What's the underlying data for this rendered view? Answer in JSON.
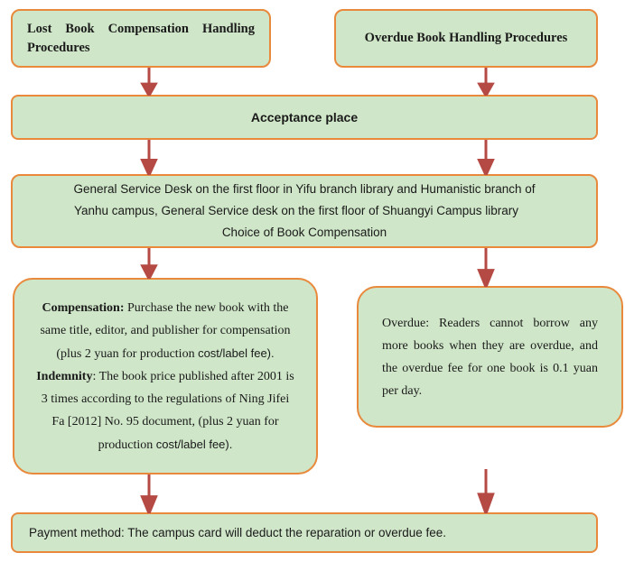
{
  "diagram": {
    "title": "Library Book Compensation and Overdue Handling Flowchart",
    "colors": {
      "node_fill": "#cfe6c8",
      "node_border": "#e8893c",
      "arrow": "#b44a43",
      "background": "#ffffff",
      "text": "#1a1a1a"
    },
    "nodes": {
      "lost_book": {
        "label": "Lost Book Compensation Handling Procedures"
      },
      "overdue_title": {
        "label": "Overdue Book Handling Procedures"
      },
      "acceptance": {
        "label": "Acceptance place"
      },
      "service_desk": {
        "line1": "General Service Desk on the first floor in Yifu branch library and Humanistic branch of",
        "line2": "Yanhu campus,   General Service desk on the first floor of Shuangyi Campus library",
        "line3": "Choice of Book Compensation"
      },
      "compensation": {
        "compensation_label": "Compensation:",
        "compensation_text": " Purchase the new book with the same title, editor, and publisher for compensation (plus 2 yuan for production ",
        "compensation_text_sans": "cost/label fee).",
        "indemnity_label": "Indemnity",
        "indemnity_text": ": The book price published after 2001 is 3 times according to the regulations of Ning Jifei Fa [2012] No. 95 document, (plus 2 yuan for production ",
        "indemnity_text_sans": "cost/label fee)."
      },
      "overdue_body": {
        "text": "Overdue: Readers cannot borrow any more books when they are overdue, and the overdue fee for one book is 0.1 yuan per day."
      },
      "payment": {
        "label": "Payment method: The campus card will deduct the reparation or overdue fee."
      }
    },
    "arrows": [
      {
        "name": "lost-to-acceptance",
        "direction": "down"
      },
      {
        "name": "overdue-to-acceptance",
        "direction": "down"
      },
      {
        "name": "acceptance-to-desk-left",
        "direction": "down"
      },
      {
        "name": "acceptance-to-desk-right",
        "direction": "down"
      },
      {
        "name": "desk-to-compensation",
        "direction": "down"
      },
      {
        "name": "desk-to-overdue-body",
        "direction": "down"
      },
      {
        "name": "compensation-to-payment",
        "direction": "down"
      },
      {
        "name": "overdue-body-to-payment",
        "direction": "down"
      }
    ]
  }
}
